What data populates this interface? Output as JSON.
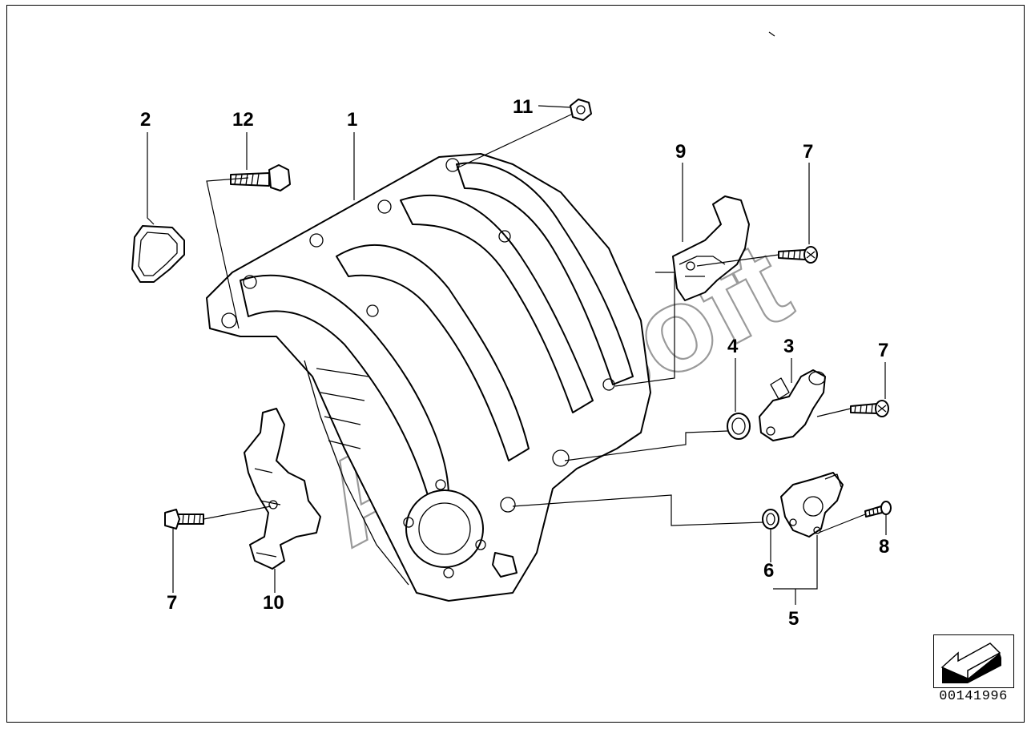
{
  "document": {
    "number": "00141996",
    "watermark": "AutoSoft"
  },
  "callouts": {
    "c1": "1",
    "c2": "2",
    "c3": "3",
    "c4": "4",
    "c5": "5",
    "c6": "6",
    "c7a": "7",
    "c7b": "7",
    "c7c": "7",
    "c8": "8",
    "c9": "9",
    "c10": "10",
    "c11": "11",
    "c12": "12"
  },
  "icons": {
    "corner": "view-direction-arrow-icon"
  }
}
